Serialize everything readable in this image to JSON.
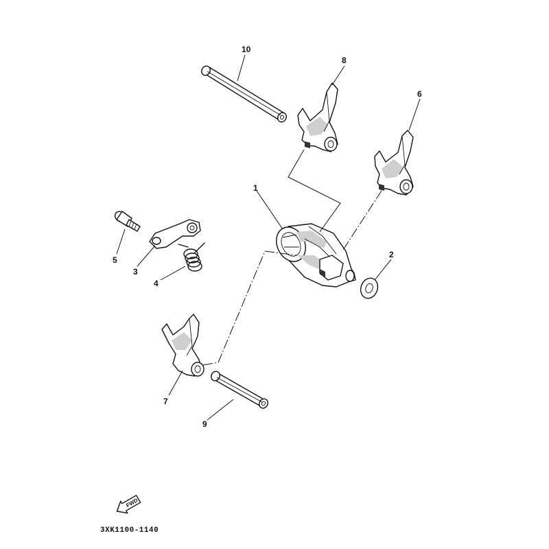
{
  "callouts": {
    "c1": "1",
    "c2": "2",
    "c3": "3",
    "c4": "4",
    "c5": "5",
    "c6": "6",
    "c7": "7",
    "c8": "8",
    "c9": "9",
    "c10": "10"
  },
  "diagram_code": "3XK1100-1140",
  "fwd_label": "FWD"
}
